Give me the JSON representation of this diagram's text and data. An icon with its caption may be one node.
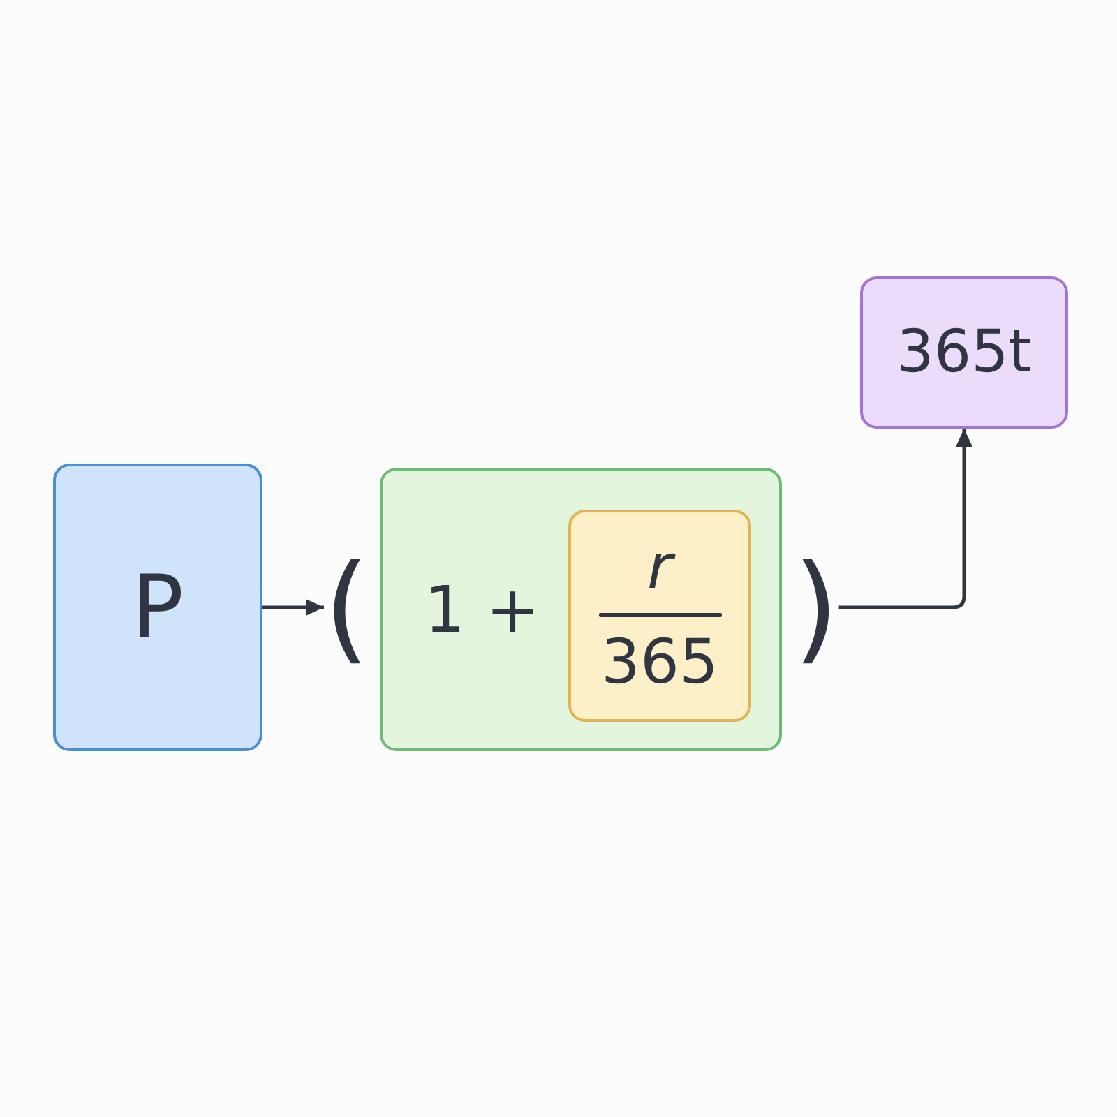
{
  "diagram": {
    "nodes": [
      {
        "text": [
          "P"
        ]
      },
      {
        "text": [
          "("
        ]
      },
      {
        "text": [
          "1 +"
        ]
      },
      {
        "text": [
          "r",
          "365"
        ],
        "in": 2
      },
      {
        "text": [
          ")"
        ]
      },
      {
        "text": [
          "365t"
        ]
      }
    ],
    "edges": [
      {
        "from": 0,
        "to": 1,
        "arrow": "to"
      },
      {
        "from": 4,
        "to": 5,
        "arrow": "to"
      }
    ]
  }
}
